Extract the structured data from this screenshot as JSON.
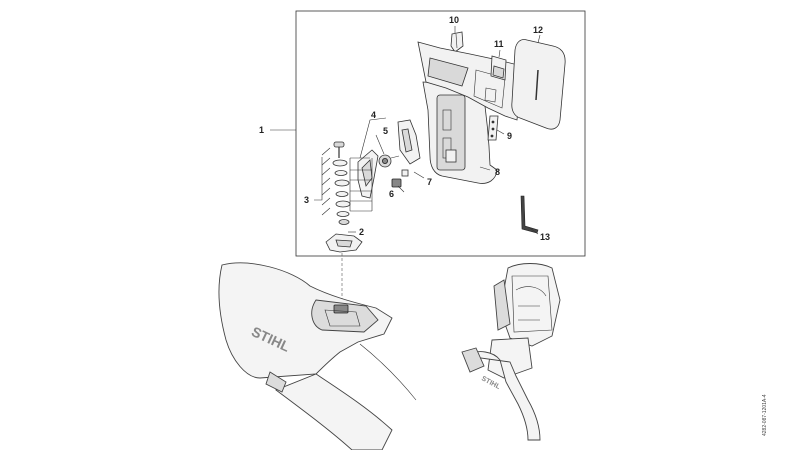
{
  "callouts": {
    "c1": "1",
    "c2": "2",
    "c3": "3",
    "c4": "4",
    "c5": "5",
    "c6": "6",
    "c7": "7",
    "c8": "8",
    "c9": "9",
    "c10": "10",
    "c11": "11",
    "c12": "12",
    "c13": "13"
  },
  "brand_left": "STIHL",
  "brand_right": "STIHL",
  "drawing_code": "4282-087-1201A-4"
}
